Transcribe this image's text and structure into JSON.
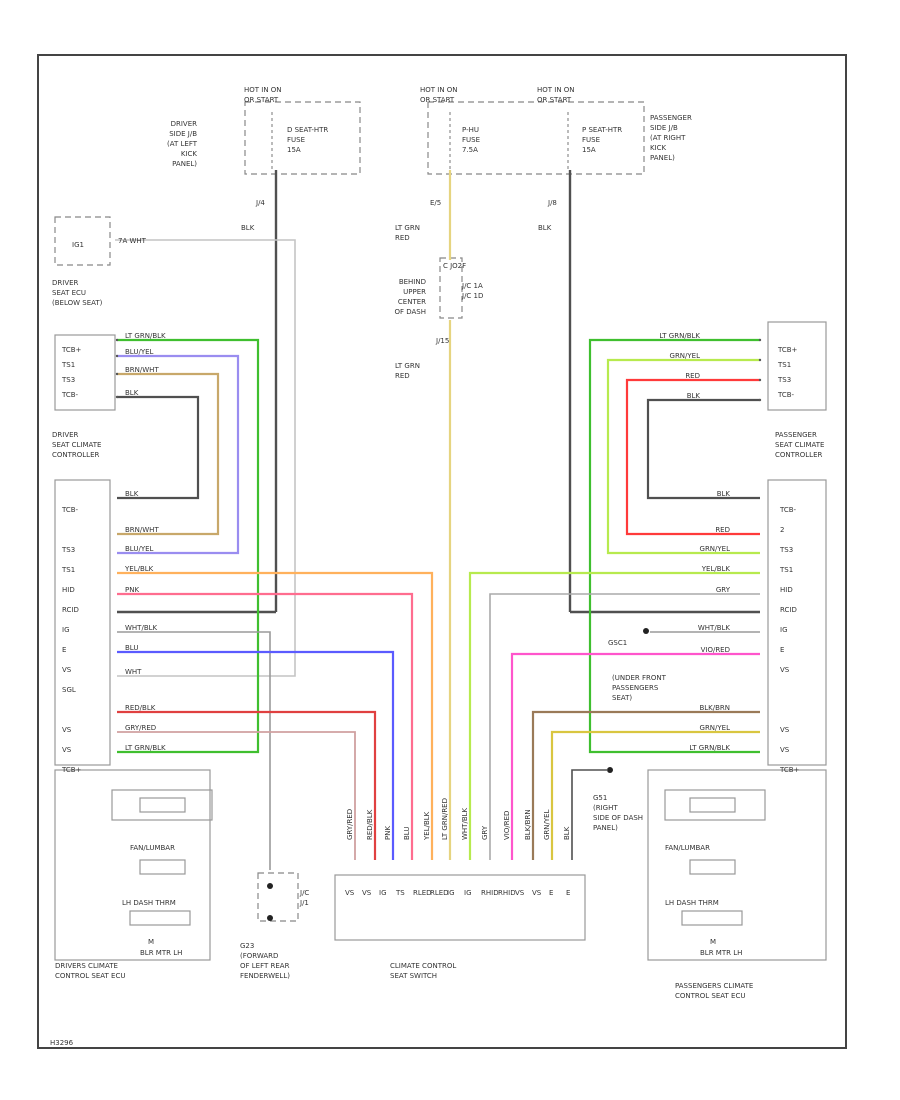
{
  "colors": {
    "BLK": "#505050",
    "LT GRN/BLK": "#3fbf2f",
    "GRN/YEL": "#b7ea4e",
    "BLU/YEL": "#9a8df0",
    "BRN/WHT": "#c8a86a",
    "RED": "#ff3a3a",
    "YEL/BLK": "#ffb15c",
    "PNK": "#ff6d8f",
    "WHT/BLK": "#9a9a9a",
    "BLU": "#5b5bff",
    "WHT": "#c4c4c4",
    "RED/BLK": "#e04040",
    "GRY/RED": "#d0a0a0",
    "LT GRN/RED": "#e6d480",
    "GRY": "#aaaaaa",
    "VIO/RED": "#ff55cc",
    "BLK/BRN": "#9a7a58",
    "GRN/YEL2": "#d9c640"
  },
  "fuse_boxes": {
    "left_hot": "HOT IN ON\nOR START",
    "left_loc": "DRIVER\nSIDE J/B\n(AT LEFT\nKICK\nPANEL)",
    "left_fuse": "D SEAT-HTR\nFUSE\n15A",
    "mid_hot": "HOT IN ON\nOR START",
    "mid_fuse": "P-HU\nFUSE\n7.5A",
    "right_hot": "HOT IN ON\nOR START",
    "right_fuse": "P SEAT-HTR\nFUSE\n15A",
    "right_loc": "PASSENGER\nSIDE J/B\n(AT RIGHT\nKICK\nPANEL)",
    "left_pin": "J/4",
    "mid_pin": "E/5",
    "right_pin": "J/8",
    "left_wire": "BLK",
    "mid_wire": "LT GRN\nRED",
    "right_wire": "BLK"
  },
  "junction": {
    "id": "C JO2F",
    "pins": "J/C 1A\nJ/C 1D",
    "loc": "BEHIND\nUPPER\nCENTER\nOF DASH",
    "pin_below": "J/15",
    "wire_below": "LT GRN\nRED"
  },
  "driver": {
    "ecu_title": "DRIVER\nSEAT ECU\n(BELOW SEAT)",
    "ecu_label": "IG1",
    "ecu_pin": "7A",
    "ecu_wire": "WHT",
    "ecu_pins": [
      "TCB+",
      "TS1",
      "TS3",
      "TCB-"
    ],
    "controller_title": "DRIVER\nSEAT CLIMATE\nCONTROLLER",
    "controller_pins": [
      "TCB-",
      "",
      "TS3",
      "TS1",
      "HID",
      "RCID",
      "IG",
      "E",
      "VS",
      "SGL",
      "",
      "VS",
      "VS",
      "TCB+"
    ],
    "ecu_title2": "DRIVERS CLIMATE\nCONTROL SEAT ECU",
    "fan_label": "FAN/LUMBAR",
    "lumbar_label": "LH DASH THRM",
    "motor_label": "BLR MTR LH"
  },
  "passenger": {
    "ecu_pins": [
      "TCB+",
      "TS1",
      "TS3",
      "TCB-"
    ],
    "controller_title": "PASSENGER\nSEAT CLIMATE\nCONTROLLER",
    "controller_pins": [
      "TCB-",
      "2",
      "TS3",
      "TS1",
      "HID",
      "RCID",
      "IG",
      "E",
      "VS",
      "",
      "",
      "VS",
      "VS",
      "TCB+"
    ],
    "ground_id": "GSC1",
    "ground_note": "(UNDER FRONT\nPASSENGERS\nSEAT)",
    "ecu_title2": "PASSENGERS CLIMATE\nCONTROL SEAT ECU",
    "fan_label": "FAN/LUMBAR",
    "lumbar_label": "LH DASH THRM",
    "motor_label": "BLR MTR LH"
  },
  "switch": {
    "title": "CLIMATE CONTROL\nSEAT SWITCH",
    "pins": [
      "VS",
      "VS",
      "IG",
      "TS",
      "RLED",
      "RLED",
      "IG",
      "IG",
      "RHID",
      "RHID",
      "VS",
      "VS",
      "E",
      "E"
    ],
    "ground_note": "G51\n(RIGHT\nSIDE OF DASH\nPANEL)",
    "left_ground": "G23\n(FORWARD\nOF LEFT REAR\nFENDERWELL)",
    "left_ground_pins": "J/C\nJ/1"
  },
  "footer_code": "H3296",
  "wire_labels": {
    "d_ecu": [
      "LT GRN/BLK",
      "BLU/YEL",
      "BRN/WHT",
      "BLK"
    ],
    "d_ctrl": [
      "BLK",
      "BRN/WHT",
      "BLU/YEL",
      "YEL/BLK",
      "PNK",
      "WHT/BLK",
      "BLU",
      "WHT",
      "",
      "RED/BLK",
      "GRY/RED",
      "LT GRN/BLK"
    ],
    "p_ecu": [
      "LT GRN/BLK",
      "GRN/YEL",
      "RED",
      "BLK"
    ],
    "p_ctrl": [
      "BLK",
      "RED",
      "GRN/YEL",
      "YEL/BLK",
      "GRY",
      "WHT/BLK",
      "VIO/RED",
      "BLK/BRN",
      "GRN/YEL",
      "LT GRN/BLK"
    ],
    "switch": [
      "GRY/RED",
      "RED/BLK",
      "PNK",
      "BLU",
      "YEL/BLK",
      "LT GRN/RED",
      "WHT/BLK",
      "GRY",
      "VIO/RED",
      "BLK/BRN",
      "GRN/YEL",
      "BLK"
    ]
  }
}
